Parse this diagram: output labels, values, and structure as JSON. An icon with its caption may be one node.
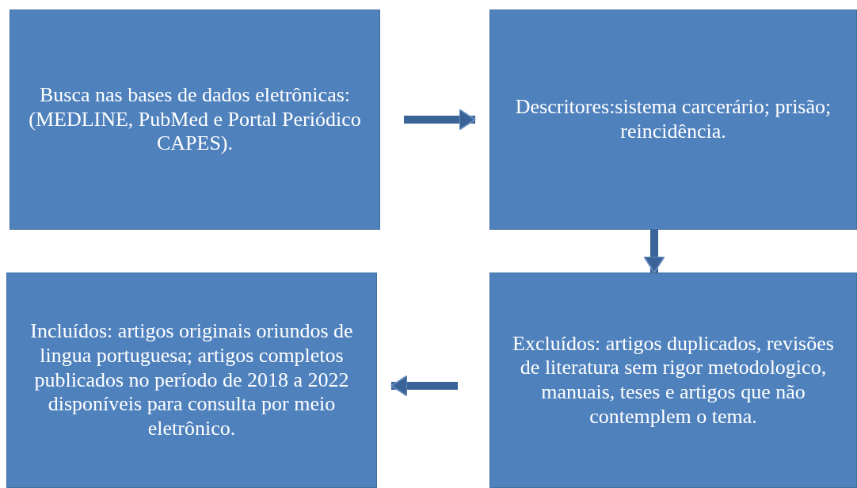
{
  "diagram": {
    "nodes": [
      {
        "text": [
          "Busca nas bases de dados eletrônicas: (MEDLINE, PubMed e Portal Periódico CAPES)."
        ]
      },
      {
        "text": [
          "Descritores:sistema carcerário; prisão; reincidência."
        ]
      },
      {
        "text": [
          "Excluídos: artigos duplicados, revisões de literatura sem rigor metodologico, manuais, teses e artigos que não contemplem o tema."
        ]
      },
      {
        "text": [
          "Incluídos: artigos originais oriundos de lingua portuguesa; artigos completos publicados no período de 2018 a 2022 disponíveis para consulta por meio eletrônico."
        ]
      }
    ],
    "edges": [
      {
        "from": 0,
        "to": 1,
        "arrow": "to"
      },
      {
        "from": 1,
        "to": 2,
        "arrow": "to"
      },
      {
        "from": 2,
        "to": 3,
        "arrow": "to"
      }
    ]
  }
}
